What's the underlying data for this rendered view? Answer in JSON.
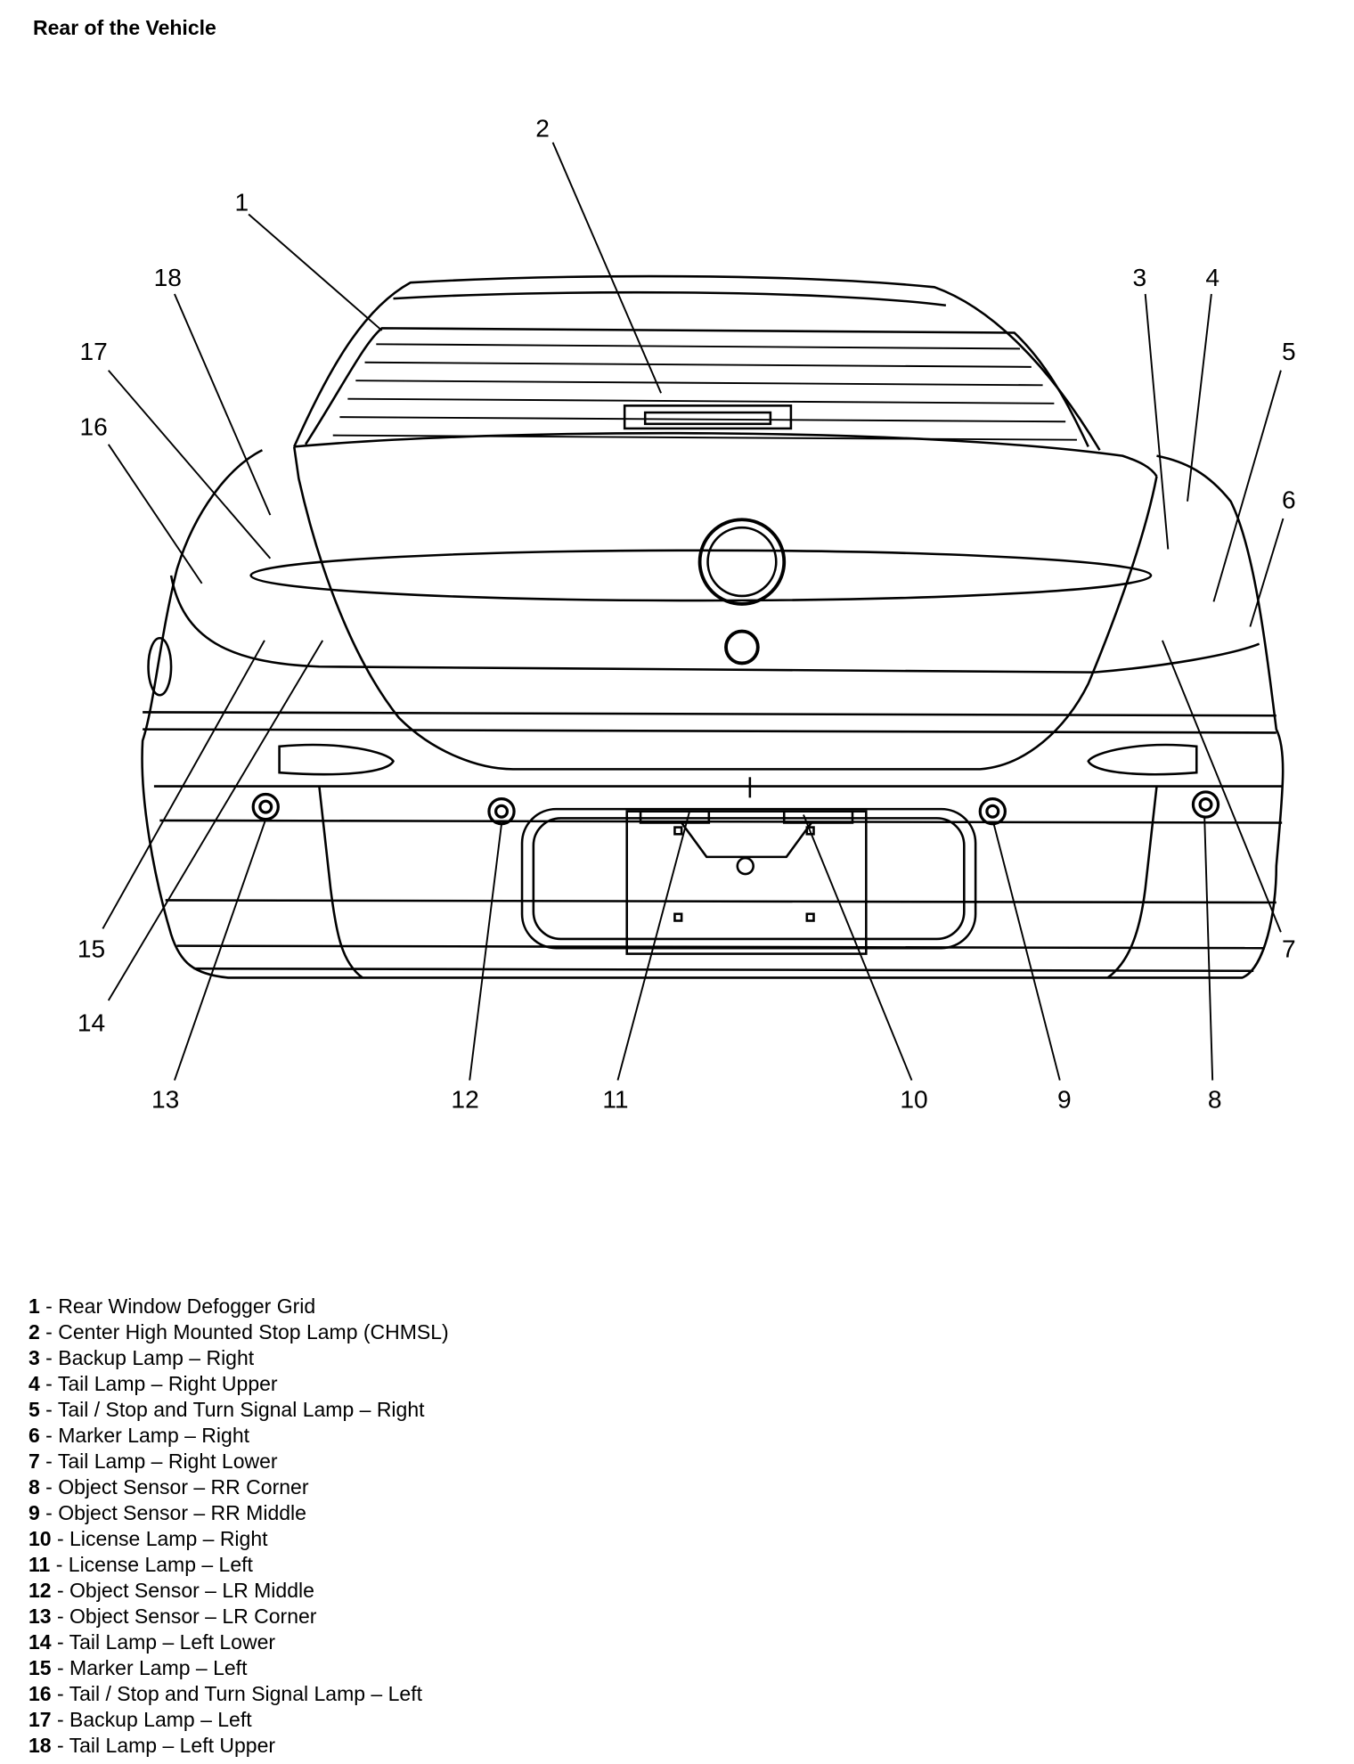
{
  "title": "Rear of the Vehicle",
  "callouts": [
    "1",
    "2",
    "3",
    "4",
    "5",
    "6",
    "7",
    "8",
    "9",
    "10",
    "11",
    "12",
    "13",
    "14",
    "15",
    "16",
    "17",
    "18"
  ],
  "legend": [
    {
      "num": "1",
      "text": "Rear Window Defogger Grid"
    },
    {
      "num": "2",
      "text": "Center High Mounted Stop Lamp (CHMSL)"
    },
    {
      "num": "3",
      "text": "Backup Lamp – Right"
    },
    {
      "num": "4",
      "text": "Tail Lamp – Right Upper"
    },
    {
      "num": "5",
      "text": "Tail / Stop and Turn Signal Lamp – Right"
    },
    {
      "num": "6",
      "text": "Marker Lamp – Right"
    },
    {
      "num": "7",
      "text": "Tail Lamp – Right Lower"
    },
    {
      "num": "8",
      "text": "Object Sensor – RR Corner"
    },
    {
      "num": "9",
      "text": "Object Sensor – RR Middle"
    },
    {
      "num": "10",
      "text": "License Lamp – Right"
    },
    {
      "num": "11",
      "text": "License Lamp – Left"
    },
    {
      "num": "12",
      "text": "Object Sensor – LR Middle"
    },
    {
      "num": "13",
      "text": "Object Sensor – LR Corner"
    },
    {
      "num": "14",
      "text": "Tail Lamp – Left Lower"
    },
    {
      "num": "15",
      "text": "Marker Lamp – Left"
    },
    {
      "num": "16",
      "text": "Tail / Stop and Turn Signal Lamp – Left"
    },
    {
      "num": "17",
      "text": "Backup Lamp – Left"
    },
    {
      "num": "18",
      "text": "Tail Lamp – Left Upper"
    }
  ]
}
